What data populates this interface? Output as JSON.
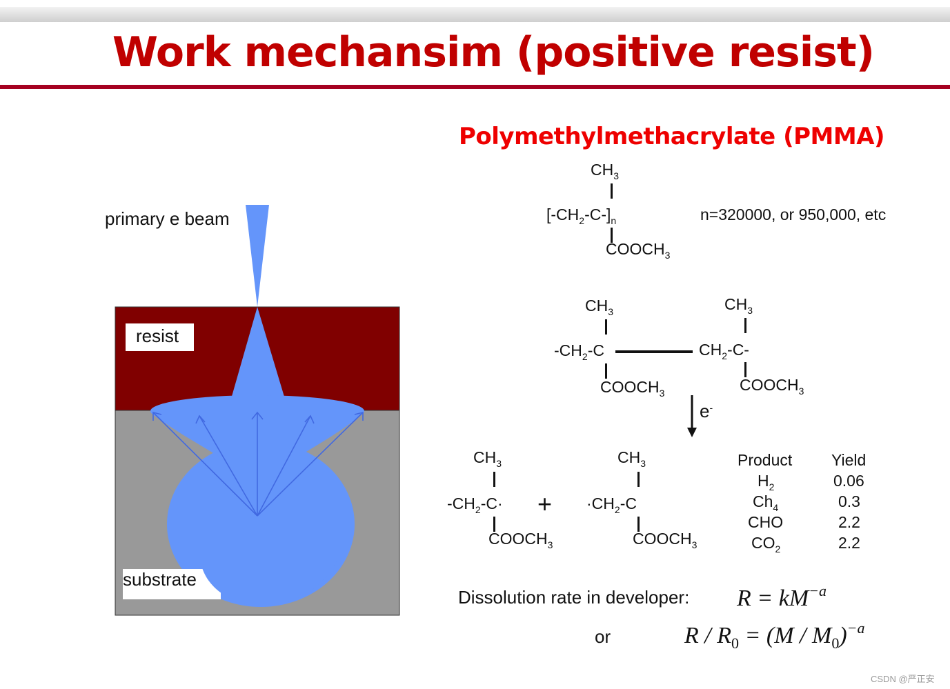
{
  "slide": {
    "title": "Work mechansim (positive resist)",
    "subtitle": "Polymethylmethacrylate (PMMA)",
    "watermark": "CSDN @严正安"
  },
  "diagram": {
    "beam_label": "primary e beam",
    "resist_label": "resist",
    "substrate_label": "substrate",
    "colors": {
      "resist": "#800000",
      "substrate": "#999999",
      "beam": "#6495fa",
      "arrows": "#4169e1"
    }
  },
  "chem": {
    "monomer": {
      "top": "CH",
      "main_a": "[-CH",
      "main_b": "-C-]",
      "main_sub": "n",
      "bottom": "COOCH",
      "note": "n=320000, or 950,000, etc"
    },
    "chain": {
      "left_top": "CH",
      "left_main_a": "-CH",
      "left_main_b": "-C",
      "left_bottom": "COOCH",
      "right_top": "CH",
      "right_main_a": "CH",
      "right_main_b": "-C-",
      "right_bottom": "COOCH"
    },
    "electron": "e",
    "electron_sup": "-",
    "products": {
      "left_top": "CH",
      "left_main_a": "-CH",
      "left_main_b": "-C·",
      "left_bottom": "COOCH",
      "plus": "+",
      "right_top": "CH",
      "right_main_a": "·CH",
      "right_main_b": "-C",
      "right_bottom": "COOCH"
    },
    "sub3": "3",
    "sub2": "2",
    "sub4": "4"
  },
  "yield_table": {
    "header_product": "Product",
    "header_yield": "Yield",
    "rows": [
      {
        "product": "H",
        "product_sub": "2",
        "yield": "0.06"
      },
      {
        "product": "Ch",
        "product_sub": "4",
        "yield": "0.3"
      },
      {
        "product": "CHO",
        "product_sub": "",
        "yield": "2.2"
      },
      {
        "product": "CO",
        "product_sub": "2",
        "yield": "2.2"
      }
    ]
  },
  "dissolution": {
    "label": "Dissolution rate in developer:",
    "eq1_a": "R",
    "eq1_b": " = kM",
    "eq1_exp": "−a",
    "or": "or",
    "eq2_a": "R / R",
    "eq2_sub0": "0",
    "eq2_b": " = (M / M",
    "eq2_c": ")",
    "eq2_exp": "−a"
  }
}
